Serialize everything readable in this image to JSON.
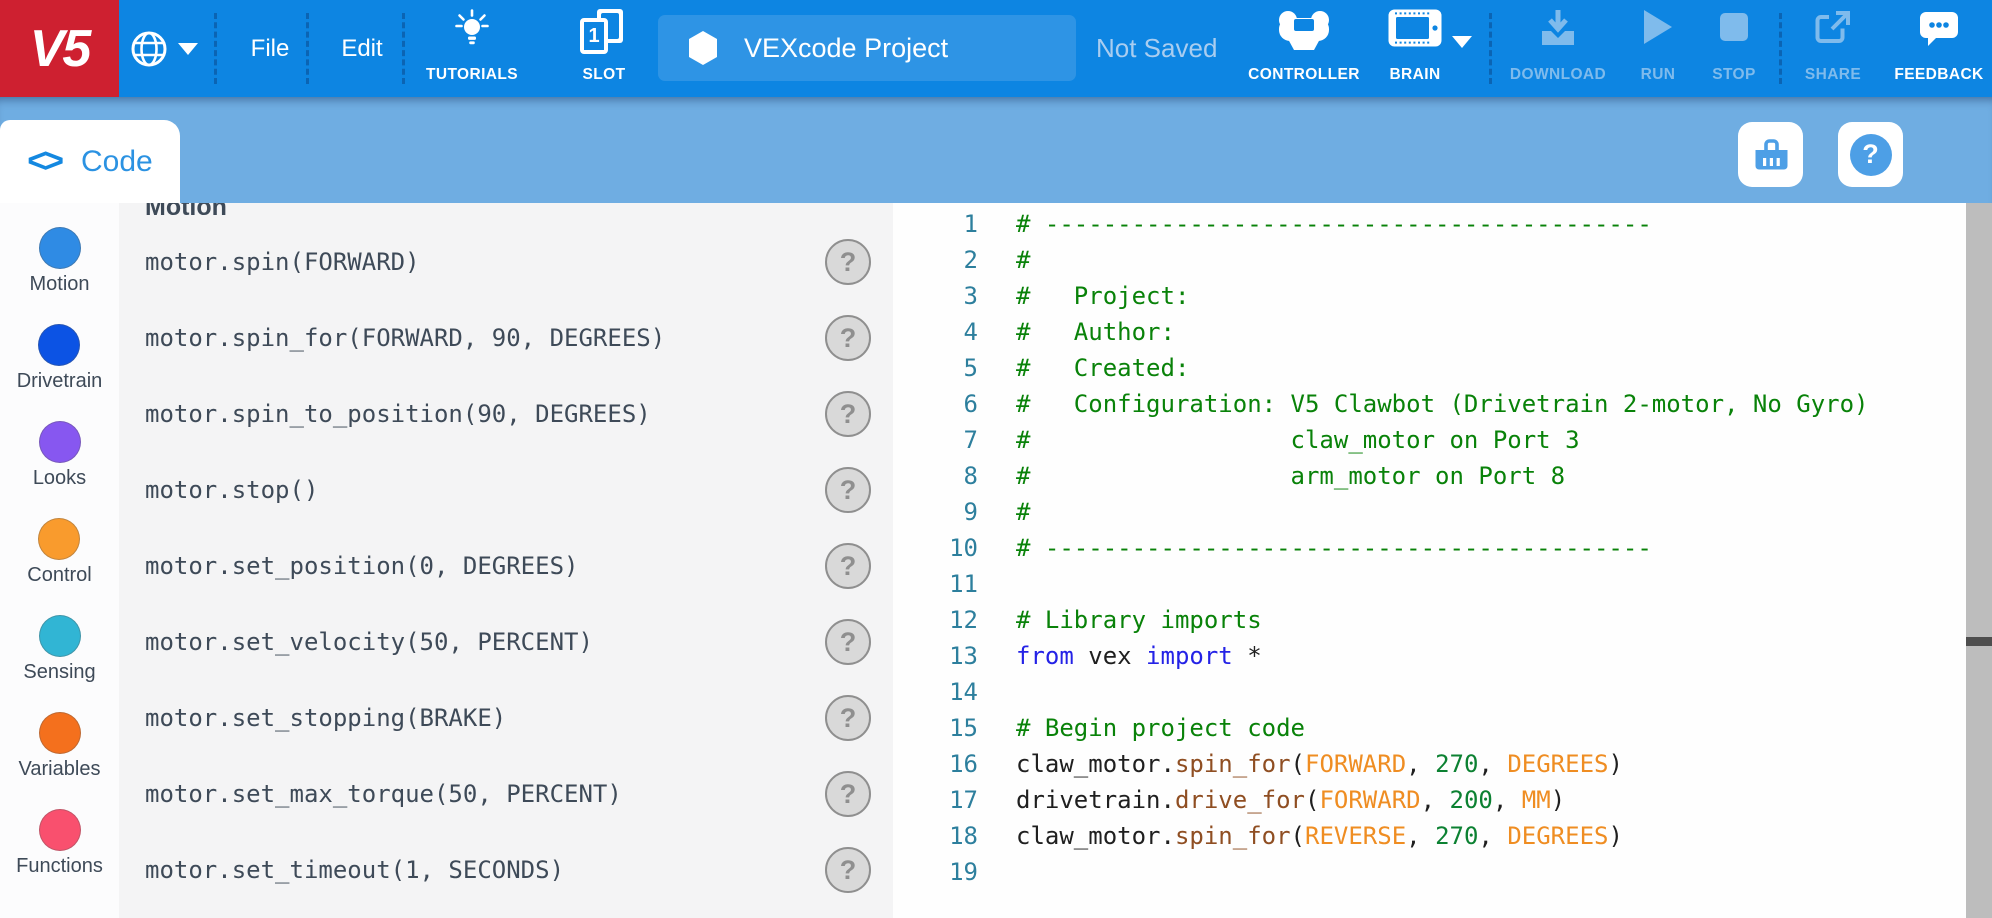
{
  "topbar": {
    "logo_text": "V5",
    "menu_file": "File",
    "menu_edit": "Edit",
    "tutorials_label": "TUTORIALS",
    "slot_label": "SLOT",
    "slot_number": "1",
    "project_title": "VEXcode Project",
    "save_status": "Not Saved",
    "controller_label": "CONTROLLER",
    "brain_label": "BRAIN",
    "download_label": "DOWNLOAD",
    "run_label": "RUN",
    "stop_label": "STOP",
    "share_label": "SHARE",
    "feedback_label": "FEEDBACK"
  },
  "toolbar": {
    "code_tab_icon": "<>",
    "code_tab_label": "Code",
    "help_button_glyph": "?"
  },
  "sidebar": {
    "categories": [
      {
        "label": "Motion",
        "color": "#2f8be4"
      },
      {
        "label": "Drivetrain",
        "color": "#0c53e4"
      },
      {
        "label": "Looks",
        "color": "#8757f0"
      },
      {
        "label": "Control",
        "color": "#f99b2d"
      },
      {
        "label": "Sensing",
        "color": "#31b5d4"
      },
      {
        "label": "Variables",
        "color": "#f4701d"
      },
      {
        "label": "Functions",
        "color": "#f9506e"
      }
    ]
  },
  "palette": {
    "header": "Motion",
    "help_glyph": "?",
    "items": [
      "motor.spin(FORWARD)",
      "motor.spin_for(FORWARD, 90, DEGREES)",
      "motor.spin_to_position(90, DEGREES)",
      "motor.stop()",
      "motor.set_position(0, DEGREES)",
      "motor.set_velocity(50, PERCENT)",
      "motor.set_stopping(BRAKE)",
      "motor.set_max_torque(50, PERCENT)",
      "motor.set_timeout(1, SECONDS)"
    ]
  },
  "editor": {
    "lines": [
      {
        "n": "1",
        "t": [
          [
            "# ------------------------------------------",
            "c"
          ]
        ]
      },
      {
        "n": "2",
        "t": [
          [
            "#",
            "c"
          ]
        ]
      },
      {
        "n": "3",
        "t": [
          [
            "#   Project:",
            "c"
          ]
        ]
      },
      {
        "n": "4",
        "t": [
          [
            "#   Author:",
            "c"
          ]
        ]
      },
      {
        "n": "5",
        "t": [
          [
            "#   Created:",
            "c"
          ]
        ]
      },
      {
        "n": "6",
        "t": [
          [
            "#   Configuration: V5 Clawbot (Drivetrain 2-motor, No Gyro)",
            "c"
          ]
        ]
      },
      {
        "n": "7",
        "t": [
          [
            "#                  claw_motor on Port 3",
            "c"
          ]
        ]
      },
      {
        "n": "8",
        "t": [
          [
            "#                  arm_motor on Port 8",
            "c"
          ]
        ]
      },
      {
        "n": "9",
        "t": [
          [
            "#",
            "c"
          ]
        ]
      },
      {
        "n": "10",
        "t": [
          [
            "# ------------------------------------------",
            "c"
          ]
        ]
      },
      {
        "n": "11",
        "t": []
      },
      {
        "n": "12",
        "t": [
          [
            "# Library imports",
            "c"
          ]
        ]
      },
      {
        "n": "13",
        "t": [
          [
            "from",
            "k"
          ],
          [
            " vex ",
            "p"
          ],
          [
            "import",
            "k"
          ],
          [
            " *",
            "p"
          ]
        ]
      },
      {
        "n": "14",
        "t": []
      },
      {
        "n": "15",
        "t": [
          [
            "# Begin project code",
            "c"
          ]
        ]
      },
      {
        "n": "16",
        "t": [
          [
            "claw_motor.",
            "p"
          ],
          [
            "spin_for",
            "m"
          ],
          [
            "(",
            "p"
          ],
          [
            "FORWARD",
            "o"
          ],
          [
            ", ",
            "p"
          ],
          [
            "270",
            "n"
          ],
          [
            ", ",
            "p"
          ],
          [
            "DEGREES",
            "o"
          ],
          [
            ")",
            "p"
          ]
        ]
      },
      {
        "n": "17",
        "t": [
          [
            "drivetrain.",
            "p"
          ],
          [
            "drive_for",
            "m"
          ],
          [
            "(",
            "p"
          ],
          [
            "FORWARD",
            "o"
          ],
          [
            ", ",
            "p"
          ],
          [
            "200",
            "n"
          ],
          [
            ", ",
            "p"
          ],
          [
            "MM",
            "o"
          ],
          [
            ")",
            "p"
          ]
        ]
      },
      {
        "n": "18",
        "t": [
          [
            "claw_motor.",
            "p"
          ],
          [
            "spin_for",
            "m"
          ],
          [
            "(",
            "p"
          ],
          [
            "REVERSE",
            "o"
          ],
          [
            ", ",
            "p"
          ],
          [
            "270",
            "n"
          ],
          [
            ", ",
            "p"
          ],
          [
            "DEGREES",
            "o"
          ],
          [
            ")",
            "p"
          ]
        ]
      },
      {
        "n": "19",
        "t": []
      }
    ]
  },
  "colors": {
    "topbar_blue": "#0d85e2",
    "brand_red": "#ce2030",
    "toolbar_blue": "#6fade2",
    "disabled_blue": "#7fbbec",
    "comment_green": "#098209",
    "keyword_blue": "#2422e6",
    "method_brown": "#8f4e22",
    "constant_orange": "#ef8d22",
    "number_green": "#0c8132",
    "line_number_teal": "#2d7f9d"
  }
}
